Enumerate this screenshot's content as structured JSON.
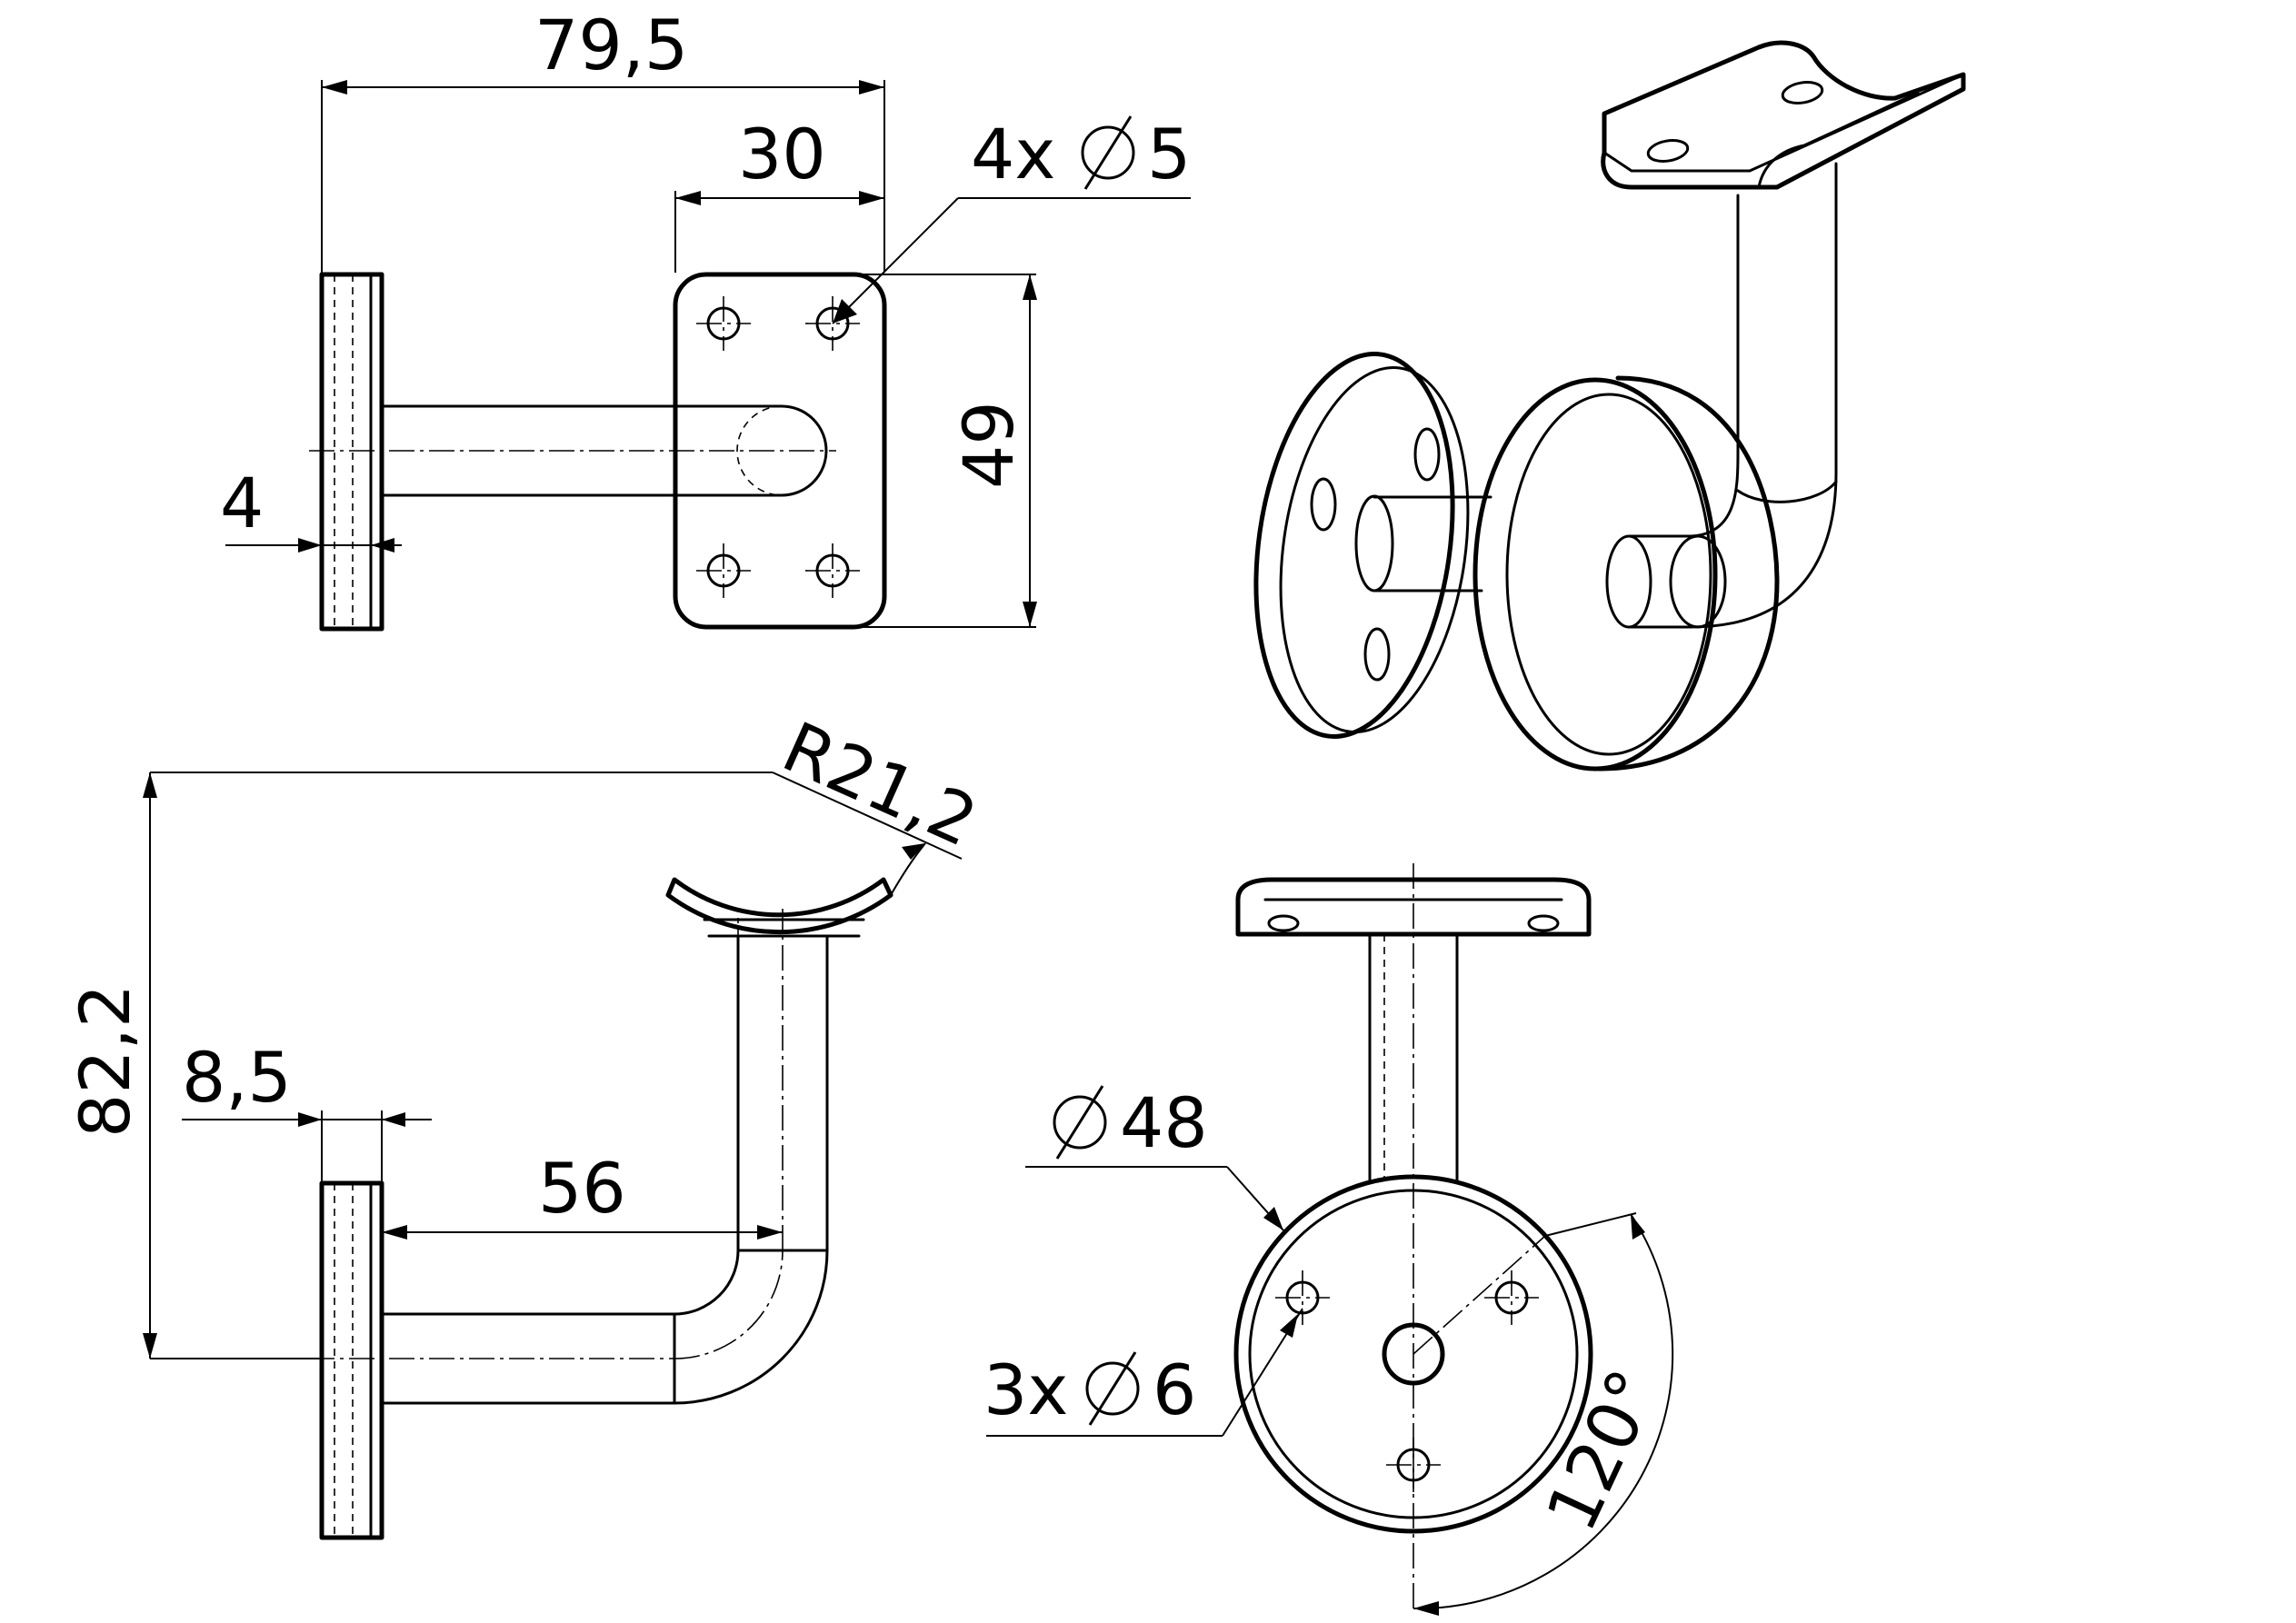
{
  "dimensions": {
    "overall_length": "79,5",
    "plate_width": "30",
    "hole_pattern": "4x",
    "hole_diameter": "5",
    "plate_height": "49",
    "flange_thickness": "4",
    "saddle_radius": "R21,2",
    "total_height": "82,2",
    "flange_depth": "8,5",
    "arm_length": "56",
    "flange_diameter": "48",
    "flange_hole_pattern": "3x",
    "flange_hole_diameter": "6",
    "hole_angle": "120°"
  }
}
